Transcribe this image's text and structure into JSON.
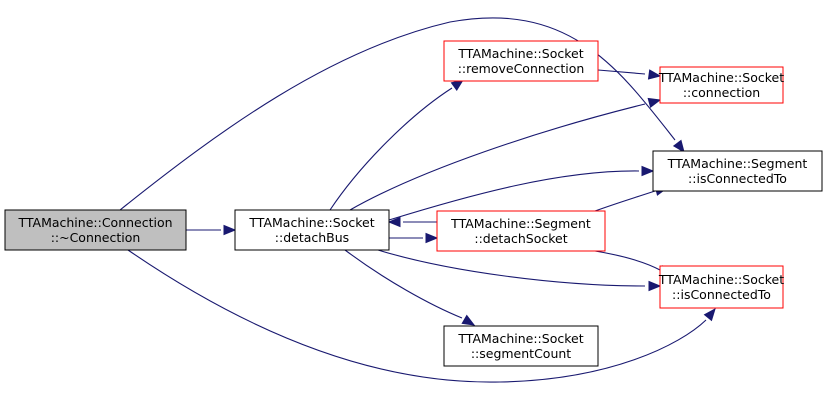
{
  "graph": {
    "colors": {
      "edge": "#191970",
      "root_fill": "#bfbfbf",
      "root_border": "#000000",
      "node_fill": "#ffffff",
      "default_border": "#000000",
      "highlight_border": "#ff0000"
    },
    "nodes": [
      {
        "id": "connection_dtor",
        "line1": "TTAMachine::Connection",
        "line2": "::~Connection",
        "style": "root"
      },
      {
        "id": "socket_detachbus",
        "line1": "TTAMachine::Socket",
        "line2": "::detachBus",
        "style": "default"
      },
      {
        "id": "socket_removeconnection",
        "line1": "TTAMachine::Socket",
        "line2": "::removeConnection",
        "style": "highlight"
      },
      {
        "id": "socket_connection",
        "line1": "TTAMachine::Socket",
        "line2": "::connection",
        "style": "highlight"
      },
      {
        "id": "segment_isconnectedto",
        "line1": "TTAMachine::Segment",
        "line2": "::isConnectedTo",
        "style": "default"
      },
      {
        "id": "segment_detachsocket",
        "line1": "TTAMachine::Segment",
        "line2": "::detachSocket",
        "style": "highlight"
      },
      {
        "id": "socket_isconnectedto",
        "line1": "TTAMachine::Socket",
        "line2": "::isConnectedTo",
        "style": "highlight"
      },
      {
        "id": "socket_segmentcount",
        "line1": "TTAMachine::Socket",
        "line2": "::segmentCount",
        "style": "default"
      }
    ],
    "edges": [
      {
        "from": "connection_dtor",
        "to": "socket_detachbus"
      },
      {
        "from": "connection_dtor",
        "to": "segment_isconnectedto"
      },
      {
        "from": "connection_dtor",
        "to": "socket_isconnectedto"
      },
      {
        "from": "socket_detachbus",
        "to": "socket_removeconnection"
      },
      {
        "from": "socket_detachbus",
        "to": "socket_connection"
      },
      {
        "from": "socket_detachbus",
        "to": "segment_isconnectedto"
      },
      {
        "from": "socket_detachbus",
        "to": "segment_detachsocket"
      },
      {
        "from": "socket_detachbus",
        "to": "socket_isconnectedto"
      },
      {
        "from": "socket_detachbus",
        "to": "socket_segmentcount"
      },
      {
        "from": "socket_removeconnection",
        "to": "socket_connection"
      },
      {
        "from": "segment_detachsocket",
        "to": "socket_detachbus"
      },
      {
        "from": "segment_detachsocket",
        "to": "segment_isconnectedto"
      },
      {
        "from": "segment_detachsocket",
        "to": "socket_isconnectedto"
      }
    ]
  }
}
